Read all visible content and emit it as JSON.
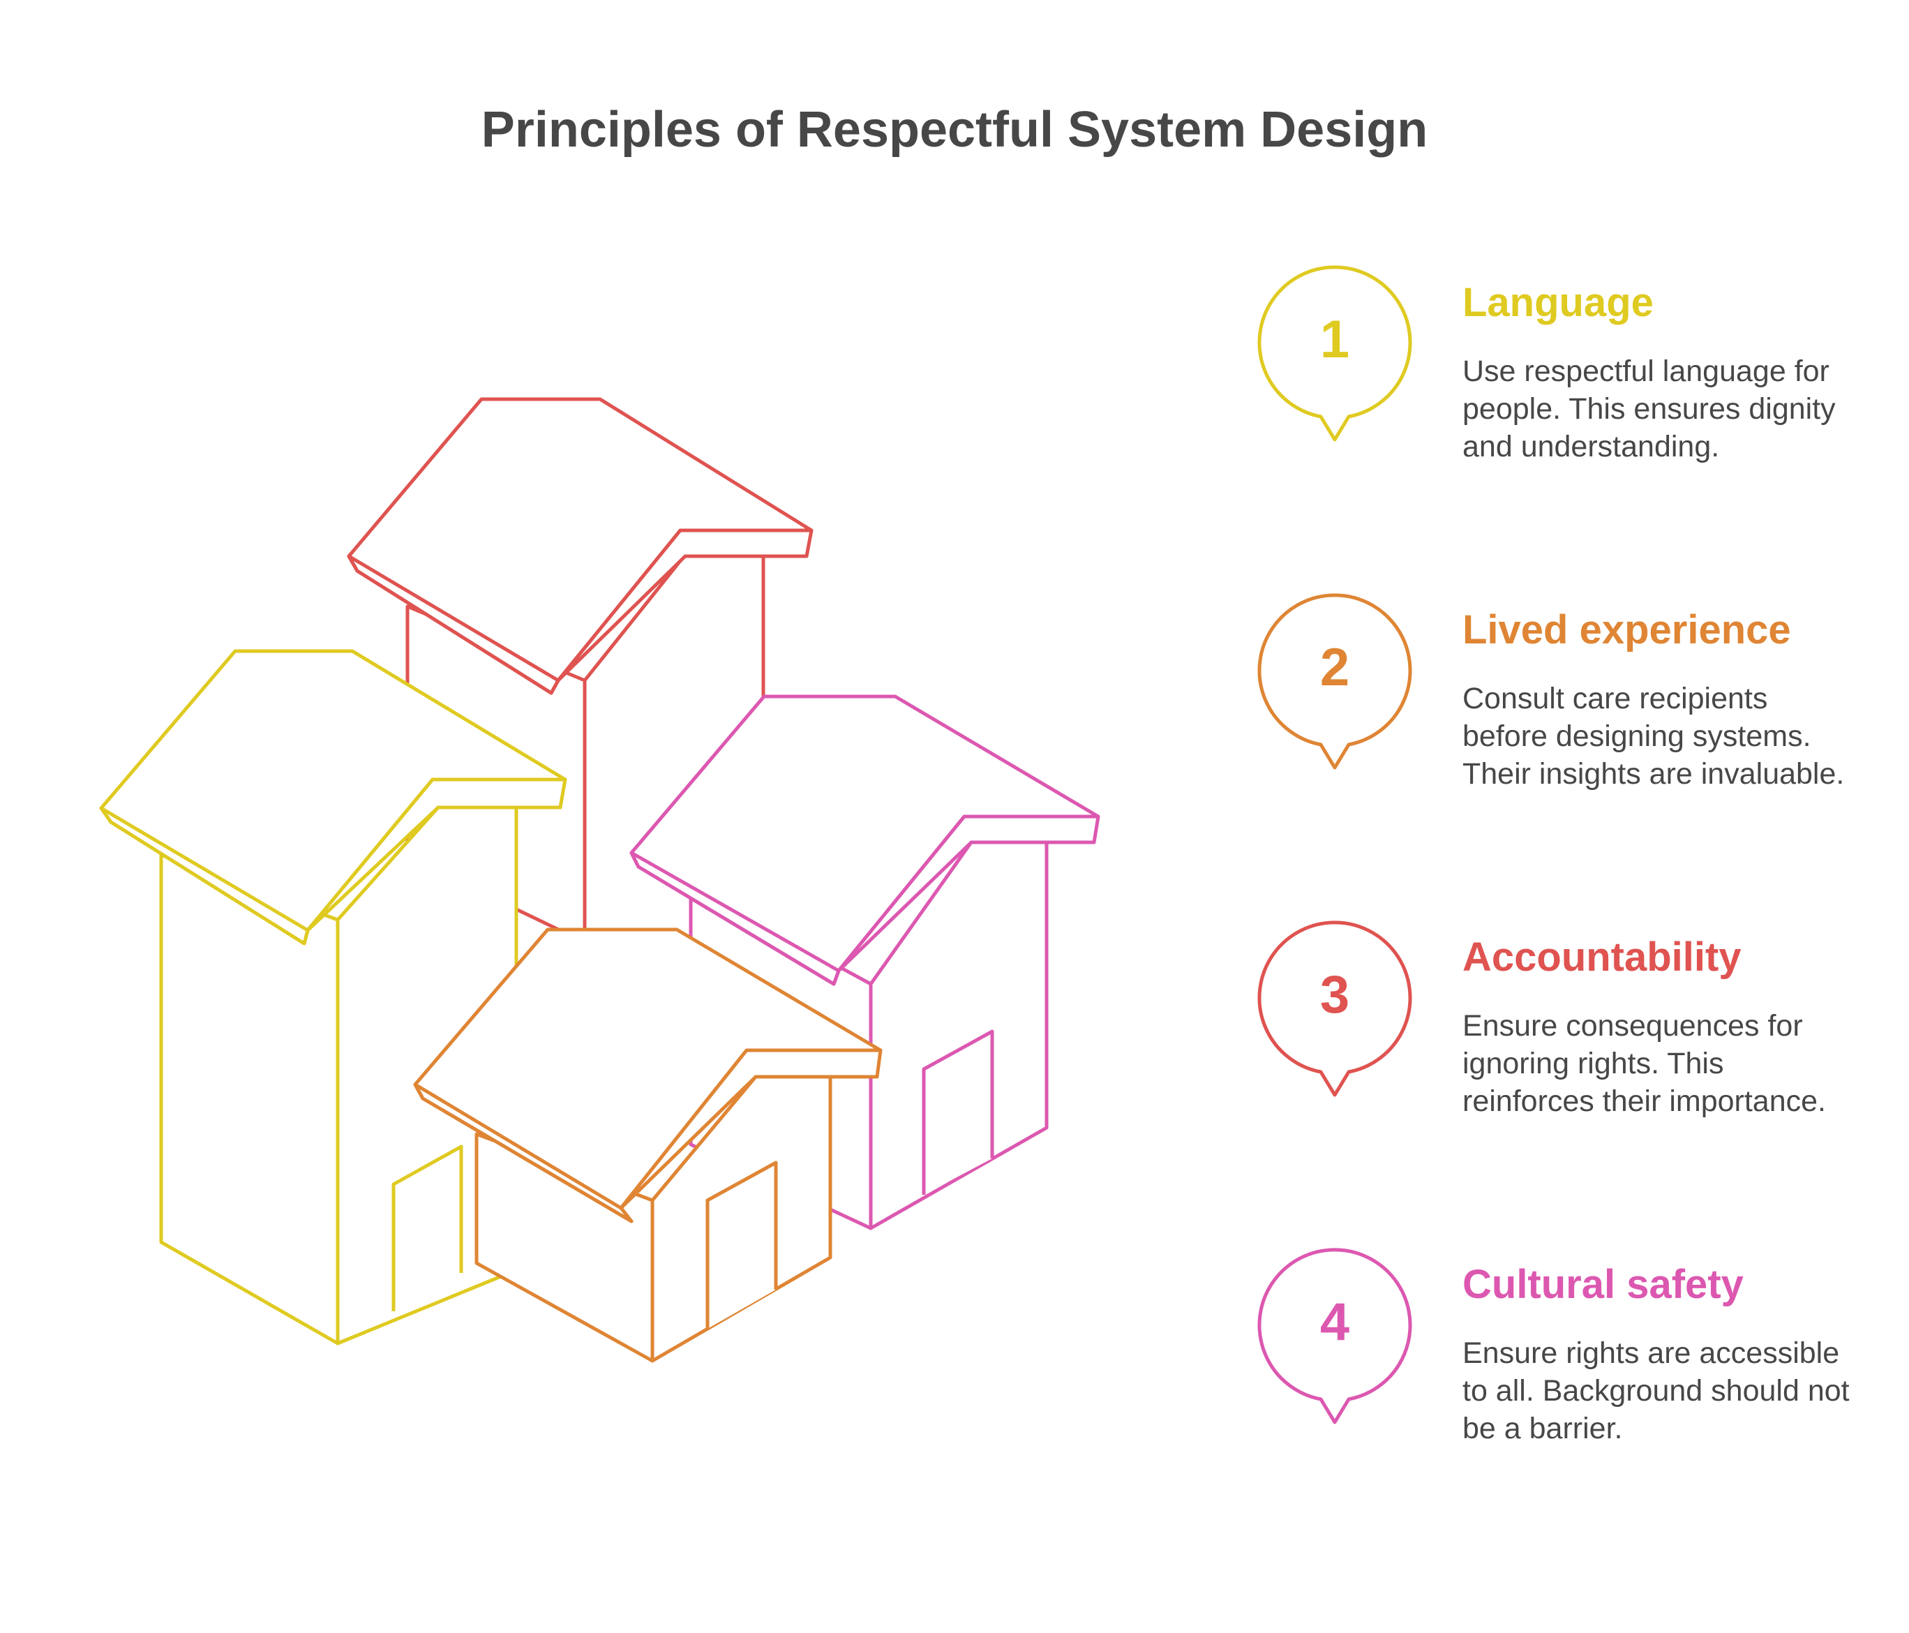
{
  "title": "Principles of Respectful System Design",
  "colors": {
    "text": "#474747",
    "yellow": "#dfca21",
    "orange": "#df8534",
    "red": "#df5350",
    "pink": "#dc58b0"
  },
  "items": [
    {
      "number": "1",
      "heading": "Language",
      "description": "Use respectful language for people. This ensures dignity and understanding.",
      "color": "#dfca21"
    },
    {
      "number": "2",
      "heading": "Lived experience",
      "description": "Consult care recipients before designing systems. Their insights are invaluable.",
      "color": "#df8534"
    },
    {
      "number": "3",
      "heading": "Accountability",
      "description": "Ensure consequences for ignoring rights. This reinforces their importance.",
      "color": "#df5350"
    },
    {
      "number": "4",
      "heading": "Cultural safety",
      "description": "Ensure rights are accessible to all. Background should not be a barrier.",
      "color": "#dc58b0"
    }
  ],
  "illustration": {
    "icon": "houses-illustration",
    "houses": [
      {
        "name": "red-tall-house",
        "color": "#df5350"
      },
      {
        "name": "yellow-tall-house",
        "color": "#dfca21"
      },
      {
        "name": "pink-house",
        "color": "#dc58b0"
      },
      {
        "name": "orange-front-house",
        "color": "#df8534"
      }
    ]
  }
}
